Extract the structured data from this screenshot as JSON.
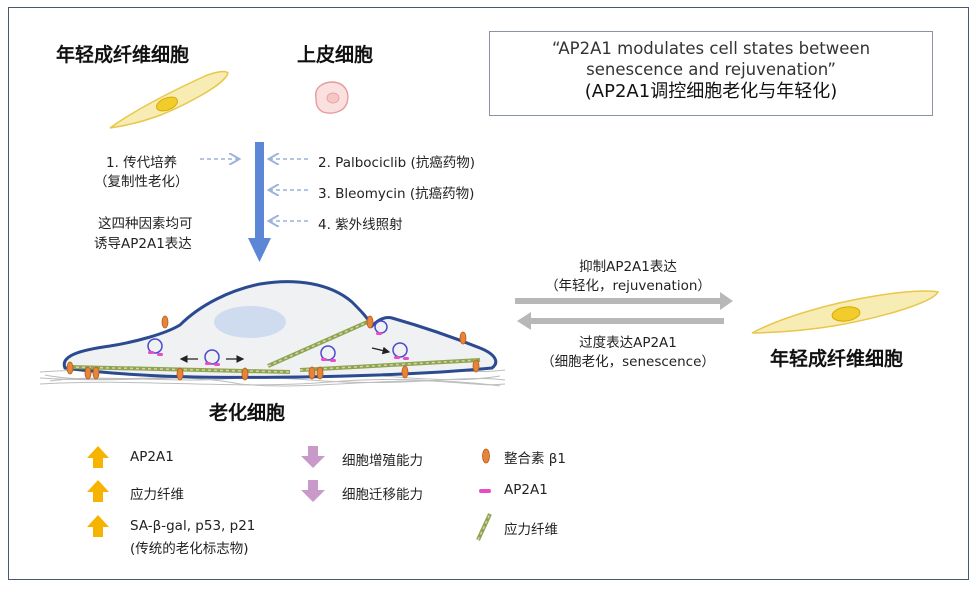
{
  "titles": {
    "young_fibroblast_top": "年轻成纤维细胞",
    "epithelial": "上皮细胞",
    "senescent_cell": "老化细胞",
    "young_fibroblast_right": "年轻成纤维细胞"
  },
  "quote": {
    "line1": "“AP2A1 modulates cell states between",
    "line2": "senescence and rejuvenation”",
    "line3": "(AP2A1调控细胞老化与年轻化)"
  },
  "factors": {
    "f1_line1": "1. 传代培养",
    "f1_line2": "（复制性老化）",
    "f2": "2. Palbociclib (抗癌药物)",
    "f3": "3. Bleomycin (抗癌药物)",
    "f4": "4. 紫外线照射",
    "induce_line1": "这四种因素均可",
    "induce_line2": "诱导AP2A1表达"
  },
  "transitions": {
    "inhibit_line1": "抑制AP2A1表达",
    "inhibit_line2": "（年轻化，rejuvenation）",
    "over_line1": "过度表达AP2A1",
    "over_line2": "（细胞老化，senescence）"
  },
  "legend": {
    "up1": "AP2A1",
    "up2": "应力纤维",
    "up3_line1": "SA-β-gal, p53, p21",
    "up3_line2": "(传统的老化标志物)",
    "down1": "细胞增殖能力",
    "down2": "细胞迁移能力",
    "sym1": "整合素 β1",
    "sym2": "AP2A1",
    "sym3": "应力纤维"
  },
  "colors": {
    "up_arrow": "#f6b400",
    "down_arrow": "#c99ac9",
    "cell_outline": "#2b4a8f",
    "cell_fill": "#f0f1f3",
    "nucleus": "#cfdcf0",
    "fibroblast_fill": "#f7ecb4",
    "fibroblast_nucleus": "#f2cc2a",
    "epithelial_fill": "#fbe0e0",
    "integrin": "#e6843a",
    "ap2a1": "#e64cc8",
    "main_arrow": "#5b87d6",
    "dashed_arrow": "#9bb2dc",
    "transition_arrow": "#b8b8b8"
  }
}
